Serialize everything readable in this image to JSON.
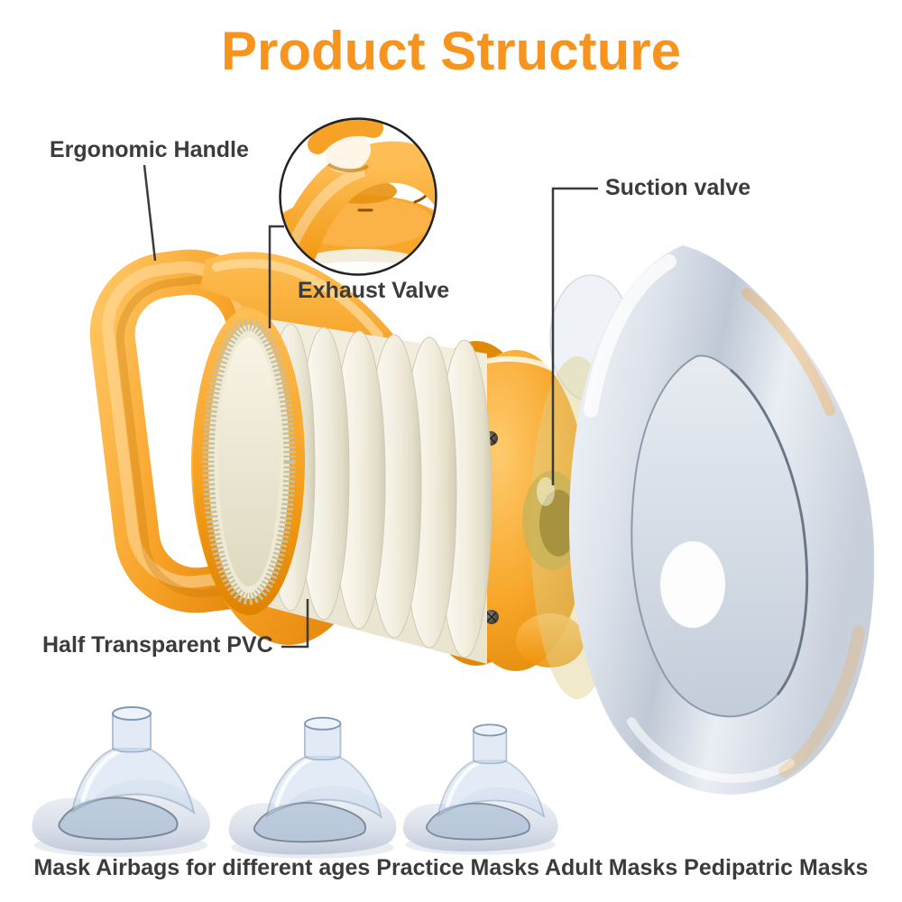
{
  "title": "Product Structure",
  "callouts": {
    "ergonomic_handle": "Ergonomic Handle",
    "exhaust_valve": "Exhaust Valve",
    "suction_valve": "Suction valve",
    "half_transparent_pvc": "Half Transparent PVC"
  },
  "caption": "Mask Airbags for different ages Practice Masks Adult Masks Pedipatric Masks",
  "colors": {
    "title_orange": "#F7941E",
    "label_text": "#3B3B3B",
    "leader_line": "#3B3B3B",
    "device_orange": "#F7A11F",
    "bellows_cream": "#F2EEDC",
    "mask_silver": "#D9DFE8",
    "background": "#FFFFFF"
  }
}
